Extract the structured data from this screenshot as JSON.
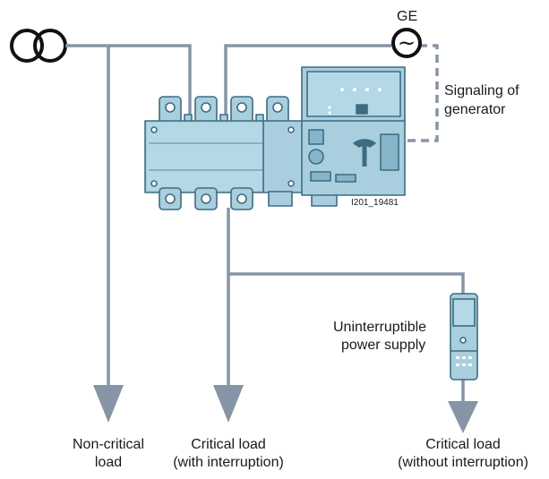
{
  "generator_label": "GE",
  "generator_symbol": "~",
  "signaling": {
    "line1": "Signaling of",
    "line2": "generator"
  },
  "device_id": "I201_19481",
  "ups": {
    "line1": "Uninterruptible",
    "line2": "power supply"
  },
  "loads": [
    {
      "line1": "Non-critical",
      "line2": "load"
    },
    {
      "line1": "Critical load",
      "line2": "(with interruption)"
    },
    {
      "line1": "Critical load",
      "line2": "(without interruption)"
    }
  ],
  "colors": {
    "line": "#8595a6",
    "device_fill": "#a9cfdf",
    "device_stroke": "#3d6c82",
    "device_dark": "#86b5c9",
    "symbol": "#111111"
  }
}
